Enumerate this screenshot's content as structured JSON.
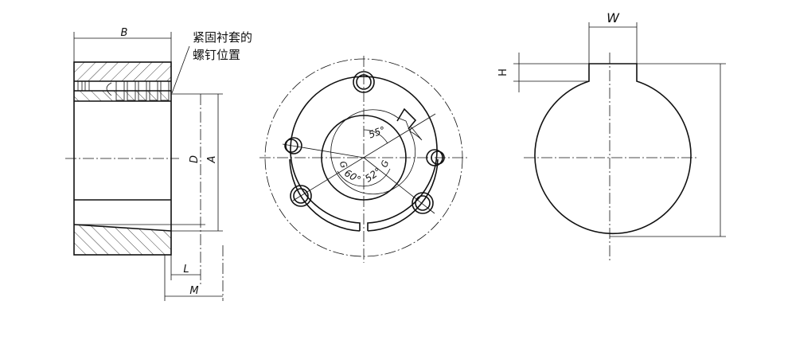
{
  "title": "Taper bush dimensions drawing",
  "side_view": {
    "label_B": "B",
    "label_D": "D",
    "label_A": "A",
    "label_L": "L",
    "label_M": "M",
    "note_line1": "紧固衬套的",
    "note_line2": "螺钉位置"
  },
  "front_view": {
    "angle_55": "55°",
    "angle_60": "60°",
    "angle_52": "52°",
    "label_G_left": "G",
    "label_G_right": "G"
  },
  "shaft_view": {
    "label_W": "W",
    "label_H": "H"
  }
}
